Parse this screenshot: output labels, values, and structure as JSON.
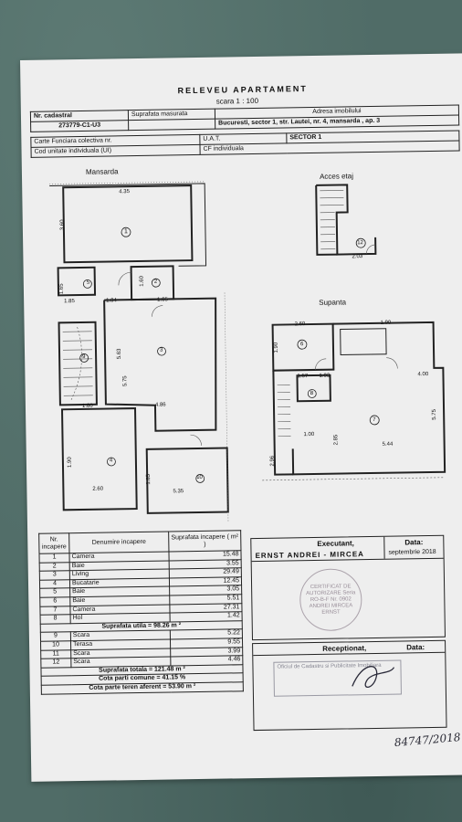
{
  "title": "RELEVEU APARTAMENT",
  "scale": "scara 1 : 100",
  "header": {
    "nr_cadastral_label": "Nr. cadastral",
    "suprafata_label": "Suprafata masurata",
    "adresa_label": "Adresa imobilului",
    "nr_cadastral": "273779-C1-U3",
    "adresa": "Bucuresti, sector 1, str. Lautei, nr. 4, mansarda , ap. 3",
    "carte_funciara_label": "Carte Funciara colectiva nr.",
    "uat_label": "U.A.T.",
    "uat_value": "SECTOR 1",
    "cod_ui_label": "Cod unitate individuala (UI)",
    "cf_individuala_label": "CF individuala"
  },
  "plans": {
    "mansarda_label": "Mansarda",
    "acces_etaj_label": "Acces etaj",
    "supanta_label": "Supanta",
    "rooms": [
      "1",
      "2",
      "3",
      "4",
      "5",
      "6",
      "7",
      "8",
      "9",
      "10",
      "12"
    ],
    "dims": {
      "d1": "4.35",
      "d2": "3.60",
      "d3": "1.65",
      "d4": "1.85",
      "d5": "1.04",
      "d6": "1.60",
      "d7": "1.65",
      "d8": "5.63",
      "d9": "5.75",
      "d10": "4.86",
      "d11": "1.80",
      "d12": "1.90",
      "d13": "2.60",
      "d14": "5.35",
      "d15": "1.85",
      "d16": "2.03",
      "d17": "2.60",
      "d18": "1.90",
      "d19": "1.90",
      "d20": "1.57",
      "d21": "1.03",
      "d22": "4.00",
      "d23": "5.75",
      "d24": "1.00",
      "d25": "2.85",
      "d26": "5.44",
      "d27": "2.96"
    }
  },
  "table": {
    "col_nr": "Nr. incapere",
    "col_denumire": "Denumire incapere",
    "col_suprafata": "Suprafata incapere ( m² )",
    "rows": [
      {
        "nr": "1",
        "name": "Camera",
        "area": "15.48"
      },
      {
        "nr": "2",
        "name": "Baie",
        "area": "3.55"
      },
      {
        "nr": "3",
        "name": "Living",
        "area": "29.49"
      },
      {
        "nr": "4",
        "name": "Bucatarie",
        "area": "12.45"
      },
      {
        "nr": "5",
        "name": "Baie",
        "area": "3.05"
      },
      {
        "nr": "6",
        "name": "Baie",
        "area": "5.51"
      },
      {
        "nr": "7",
        "name": "Camera",
        "area": "27.31"
      },
      {
        "nr": "8",
        "name": "Hol",
        "area": "1.42"
      }
    ],
    "suprafata_utila": "Suprafata utila = 98.26 m ²",
    "rows2": [
      {
        "nr": "9",
        "name": "Scara",
        "area": "5.22"
      },
      {
        "nr": "10",
        "name": "Terasa",
        "area": "9.55"
      },
      {
        "nr": "11",
        "name": "Scara",
        "area": "3.99"
      },
      {
        "nr": "12",
        "name": "Scara",
        "area": "4.46"
      }
    ],
    "suprafata_totala": "Suprafata totala = 121.48 m ²",
    "cota_comune": "Cota parti comune = 41.15 %",
    "cota_teren": "Cota parte teren aferent = 53.90 m ²"
  },
  "executant": {
    "label": "Executant,",
    "data_label": "Data:",
    "name": "ERNST ANDREI - MIRCEA",
    "date": "septembrie 2018",
    "stamp_text": "CERTIFICAT DE AUTORIZARE Seria RO-B-F Nr. 0902 ANDREI MIRCEA ERNST"
  },
  "receptionat": {
    "label": "Receptionat,",
    "data_label": "Data:",
    "stamp_text": "Oficiul de Cadastru si Publicitate Imobiliara"
  },
  "handwritten": "84747/2018",
  "colors": {
    "paper": "#eeeeee",
    "ink": "#111111",
    "carpet": "#506c67"
  }
}
